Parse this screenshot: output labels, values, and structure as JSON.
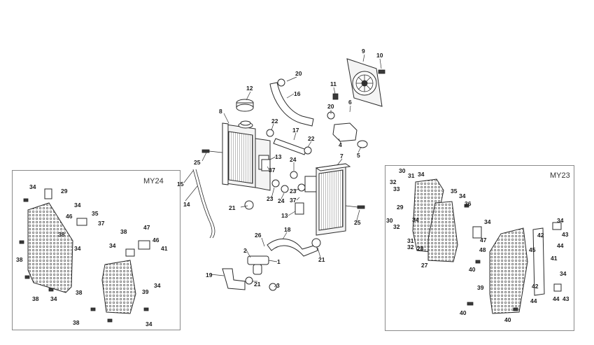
{
  "insets": {
    "left_title": "MY24",
    "right_title": "MY23"
  },
  "callouts": {
    "main": [
      "1",
      "2",
      "3",
      "4",
      "5",
      "6",
      "7",
      "8",
      "9",
      "10",
      "11",
      "12",
      "13",
      "13",
      "14",
      "15",
      "16",
      "17",
      "18",
      "19",
      "20",
      "20",
      "21",
      "21",
      "21",
      "22",
      "22",
      "23",
      "23",
      "24",
      "24",
      "25",
      "25",
      "26",
      "37",
      "37"
    ],
    "left_inset": [
      "34",
      "29",
      "34",
      "46",
      "35",
      "37",
      "38",
      "34",
      "38",
      "38",
      "34",
      "38",
      "47",
      "46",
      "41",
      "34",
      "34",
      "38",
      "39",
      "34",
      "38"
    ],
    "right_inset": [
      "30",
      "31",
      "34",
      "32",
      "33",
      "35",
      "34",
      "36",
      "29",
      "30",
      "32",
      "34",
      "31",
      "32",
      "28",
      "27",
      "34",
      "47",
      "48",
      "40",
      "39",
      "40",
      "40",
      "34",
      "43",
      "42",
      "44",
      "45",
      "41",
      "34",
      "42",
      "44",
      "44",
      "43"
    ]
  }
}
